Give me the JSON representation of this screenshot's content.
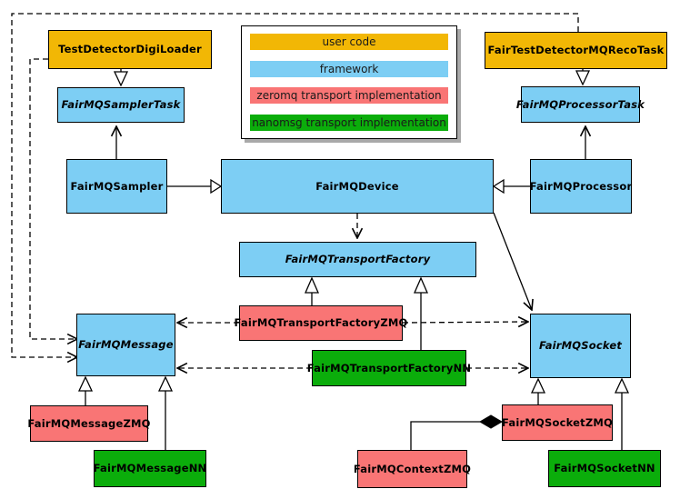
{
  "colors": {
    "user_code": "#F2B705",
    "framework": "#7DCEF4",
    "zeromq": "#F97575",
    "nanomsg": "#0BAD0B",
    "border": "#000000",
    "background": "#FFFFFF",
    "shadow": "#A9A9A9"
  },
  "legend": {
    "items": [
      {
        "label": "user code",
        "color": "user_code"
      },
      {
        "label": "framework",
        "color": "framework"
      },
      {
        "label": "zeromq transport implementation",
        "color": "zeromq"
      },
      {
        "label": "nanomsg transport implementation",
        "color": "nanomsg"
      }
    ]
  },
  "nodes": {
    "testDetectorDigiLoader": {
      "label": "TestDetectorDigiLoader",
      "category": "user_code",
      "abstract": false
    },
    "fairTestDetectorMQRecoTask": {
      "label": "FairTestDetectorMQRecoTask",
      "category": "user_code",
      "abstract": false
    },
    "fairMQSamplerTask": {
      "label": "FairMQSamplerTask",
      "category": "framework",
      "abstract": true
    },
    "fairMQProcessorTask": {
      "label": "FairMQProcessorTask",
      "category": "framework",
      "abstract": true
    },
    "fairMQSampler": {
      "label": "FairMQSampler",
      "category": "framework",
      "abstract": false
    },
    "fairMQDevice": {
      "label": "FairMQDevice",
      "category": "framework",
      "abstract": false
    },
    "fairMQProcessor": {
      "label": "FairMQProcessor",
      "category": "framework",
      "abstract": false
    },
    "fairMQTransportFactory": {
      "label": "FairMQTransportFactory",
      "category": "framework",
      "abstract": true
    },
    "fairMQTransportFactoryZMQ": {
      "label": "FairMQTransportFactoryZMQ",
      "category": "zeromq",
      "abstract": false
    },
    "fairMQTransportFactoryNN": {
      "label": "FairMQTransportFactoryNN",
      "category": "nanomsg",
      "abstract": false
    },
    "fairMQMessage": {
      "label": "FairMQMessage",
      "category": "framework",
      "abstract": true
    },
    "fairMQSocket": {
      "label": "FairMQSocket",
      "category": "framework",
      "abstract": true
    },
    "fairMQMessageZMQ": {
      "label": "FairMQMessageZMQ",
      "category": "zeromq",
      "abstract": false
    },
    "fairMQMessageNN": {
      "label": "FairMQMessageNN",
      "category": "nanomsg",
      "abstract": false
    },
    "fairMQSocketZMQ": {
      "label": "FairMQSocketZMQ",
      "category": "zeromq",
      "abstract": false
    },
    "fairMQContextZMQ": {
      "label": "FairMQContextZMQ",
      "category": "zeromq",
      "abstract": false
    },
    "fairMQSocketNN": {
      "label": "FairMQSocketNN",
      "category": "nanomsg",
      "abstract": false
    }
  },
  "edges": [
    {
      "from": "testDetectorDigiLoader",
      "to": "fairMQSamplerTask",
      "type": "inheritance"
    },
    {
      "from": "fairTestDetectorMQRecoTask",
      "to": "fairMQProcessorTask",
      "type": "inheritance"
    },
    {
      "from": "fairMQSampler",
      "to": "fairMQSamplerTask",
      "type": "association"
    },
    {
      "from": "fairMQProcessor",
      "to": "fairMQProcessorTask",
      "type": "association"
    },
    {
      "from": "fairMQSampler",
      "to": "fairMQDevice",
      "type": "inheritance"
    },
    {
      "from": "fairMQProcessor",
      "to": "fairMQDevice",
      "type": "inheritance"
    },
    {
      "from": "fairMQDevice",
      "to": "fairMQTransportFactory",
      "type": "dashed-dependency"
    },
    {
      "from": "fairMQDevice",
      "to": "fairMQSocket",
      "type": "association"
    },
    {
      "from": "fairMQTransportFactoryZMQ",
      "to": "fairMQTransportFactory",
      "type": "inheritance"
    },
    {
      "from": "fairMQTransportFactoryNN",
      "to": "fairMQTransportFactory",
      "type": "inheritance"
    },
    {
      "from": "fairMQTransportFactoryZMQ",
      "to": "fairMQMessage",
      "type": "dashed-dependency"
    },
    {
      "from": "fairMQTransportFactoryZMQ",
      "to": "fairMQSocket",
      "type": "dashed-dependency"
    },
    {
      "from": "fairMQTransportFactoryNN",
      "to": "fairMQMessage",
      "type": "dashed-dependency"
    },
    {
      "from": "fairMQTransportFactoryNN",
      "to": "fairMQSocket",
      "type": "dashed-dependency"
    },
    {
      "from": "testDetectorDigiLoader",
      "to": "fairMQMessage",
      "type": "dashed-dependency"
    },
    {
      "from": "fairTestDetectorMQRecoTask",
      "to": "fairMQMessage",
      "type": "dashed-dependency"
    },
    {
      "from": "fairMQMessageZMQ",
      "to": "fairMQMessage",
      "type": "inheritance"
    },
    {
      "from": "fairMQMessageNN",
      "to": "fairMQMessage",
      "type": "inheritance"
    },
    {
      "from": "fairMQSocketZMQ",
      "to": "fairMQSocket",
      "type": "inheritance"
    },
    {
      "from": "fairMQSocketNN",
      "to": "fairMQSocket",
      "type": "inheritance"
    },
    {
      "from": "fairMQContextZMQ",
      "to": "fairMQSocketZMQ",
      "type": "composition"
    }
  ]
}
